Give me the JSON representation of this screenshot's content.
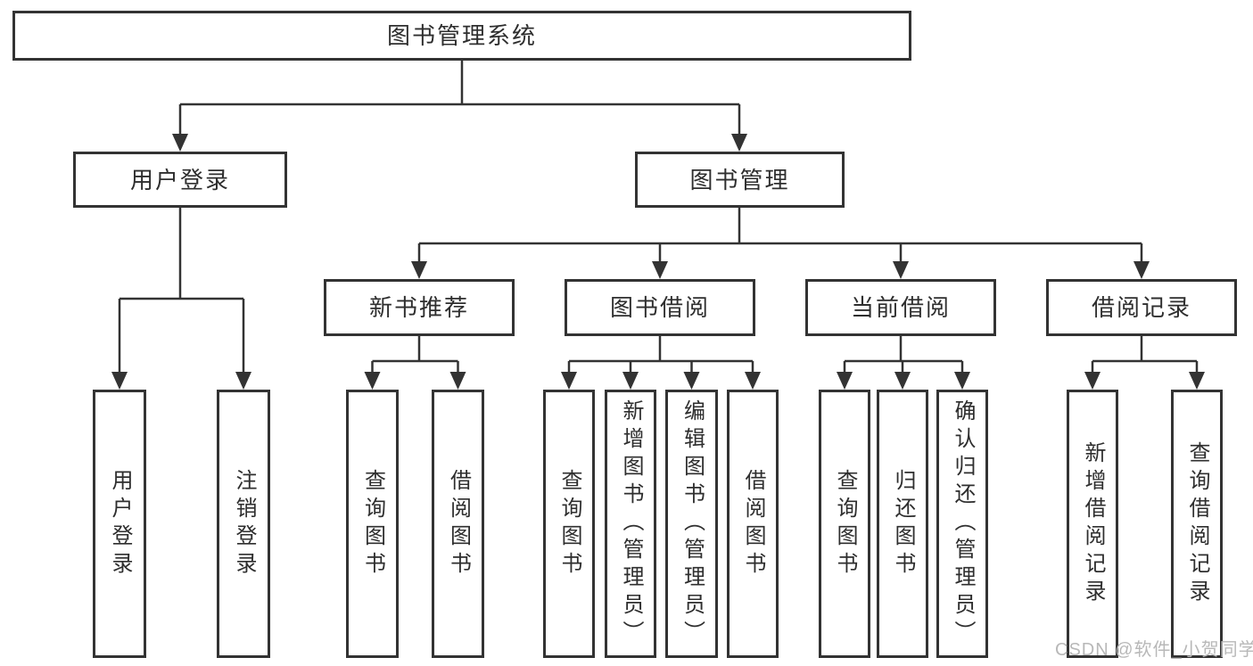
{
  "diagram": {
    "root": "图书管理系统",
    "level2": [
      "用户登录",
      "图书管理"
    ],
    "level3": [
      "新书推荐",
      "图书借阅",
      "当前借阅",
      "借阅记录"
    ],
    "leaves": {
      "user_login": [
        "用户登录",
        "注销登录"
      ],
      "new_books": [
        "查询图书",
        "借阅图书"
      ],
      "book_borrow": [
        "查询图书",
        "新增图书（管理员）",
        "编辑图书（管理员）",
        "借阅图书"
      ],
      "current_borrow": [
        "查询图书",
        "归还图书",
        "确认归还（管理员）"
      ],
      "borrow_records": [
        "新增借阅记录",
        "查询借阅记录"
      ]
    },
    "watermark": "CSDN @软件_小贺同学",
    "colors": {
      "line": "#333333",
      "box_border": "#333333",
      "text": "#2e2e2e",
      "watermark": "#b8b8b8",
      "background": "#ffffff"
    }
  }
}
